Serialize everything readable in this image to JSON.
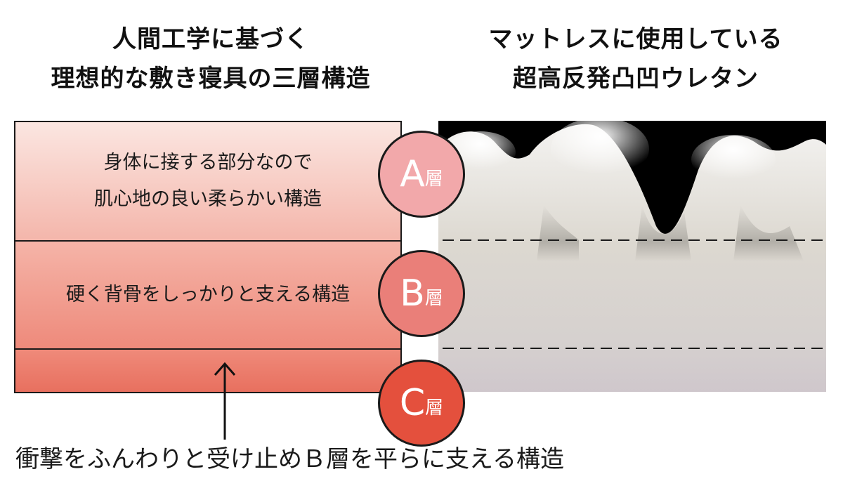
{
  "headings": {
    "left": [
      "人間工学に基づく",
      "理想的な敷き寝具の三層構造"
    ],
    "right": [
      "マットレスに使用している",
      "超高反発凸凹ウレタン"
    ]
  },
  "layers": {
    "a": {
      "badge_letter": "A",
      "badge_suffix": "層",
      "lines": [
        "身体に接する部分なので",
        "肌心地の良い柔らかい構造"
      ],
      "color": "#f2a8aa"
    },
    "b": {
      "badge_letter": "B",
      "badge_suffix": "層",
      "lines": [
        "硬く背骨をしっかりと支える構造"
      ],
      "color": "#ea7f79"
    },
    "c": {
      "badge_letter": "C",
      "badge_suffix": "層",
      "color": "#e4503d"
    }
  },
  "caption": "衝撃をふんわりと受け止めＢ層を平らに支える構造",
  "photo": {
    "subject": "convoluted urethane foam cross-section",
    "background": "#000000"
  }
}
